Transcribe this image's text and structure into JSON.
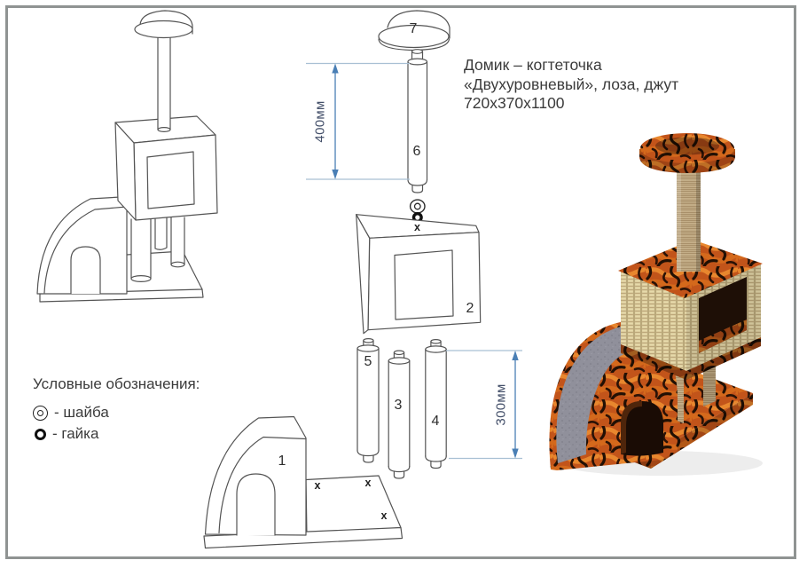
{
  "document": {
    "title_lines": [
      "Домик – когтеточка",
      "«Двухуровневый», лоза, джут",
      "720х370х1100"
    ]
  },
  "legend": {
    "heading": "Условные обозначения:",
    "items": [
      {
        "symbol": "washer-icon",
        "label": "- шайба"
      },
      {
        "symbol": "nut-icon",
        "label": "- гайка"
      }
    ]
  },
  "parts": {
    "base": "1",
    "house_box": "2",
    "pole_a": "3",
    "pole_b": "4",
    "pole_c": "5",
    "tall_pole": "6",
    "top_perch": "7"
  },
  "dimensions": {
    "tall_pole": "400мм",
    "short_pole": "300мм"
  },
  "mount_marks": {
    "box_top": "x",
    "base_a": "x",
    "base_b": "x",
    "base_c": "x"
  },
  "colors": {
    "frame_border": "#8f9392",
    "drawing_line": "#545454",
    "dimension_line": "#4a7fb5",
    "extension_line": "#a9c0d4",
    "dimension_text": "#44506a",
    "text": "#3b3b3b",
    "tiger_orange": "#c2541a",
    "tiger_stripe": "#221004",
    "wicker_beige": "#e7daab",
    "jute_tan": "#c3ad87",
    "carpet_gray": "#90909b"
  }
}
